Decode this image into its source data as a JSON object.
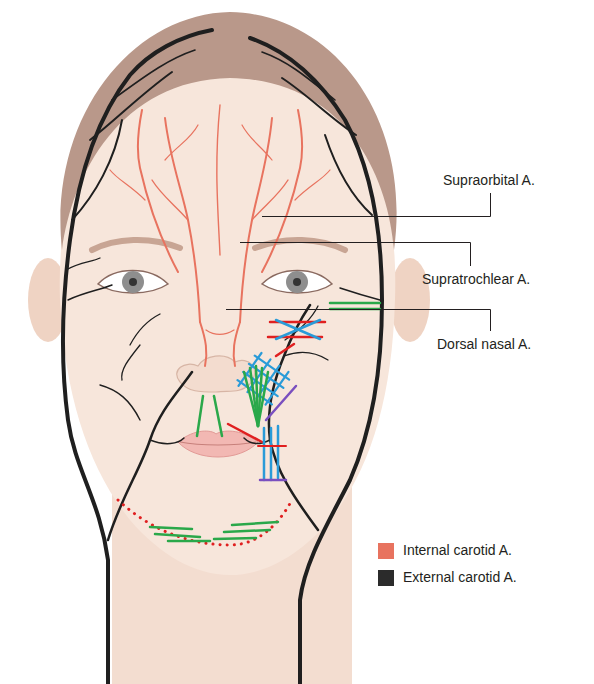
{
  "diagram": {
    "labels": [
      "Supraorbital A.",
      "Supratrochlear A.",
      "Dorsal nasal A."
    ],
    "legend": [
      {
        "text": "Internal carotid A.",
        "color": "#e8735f"
      },
      {
        "text": "External carotid A.",
        "color": "#2b2b2b"
      }
    ]
  }
}
